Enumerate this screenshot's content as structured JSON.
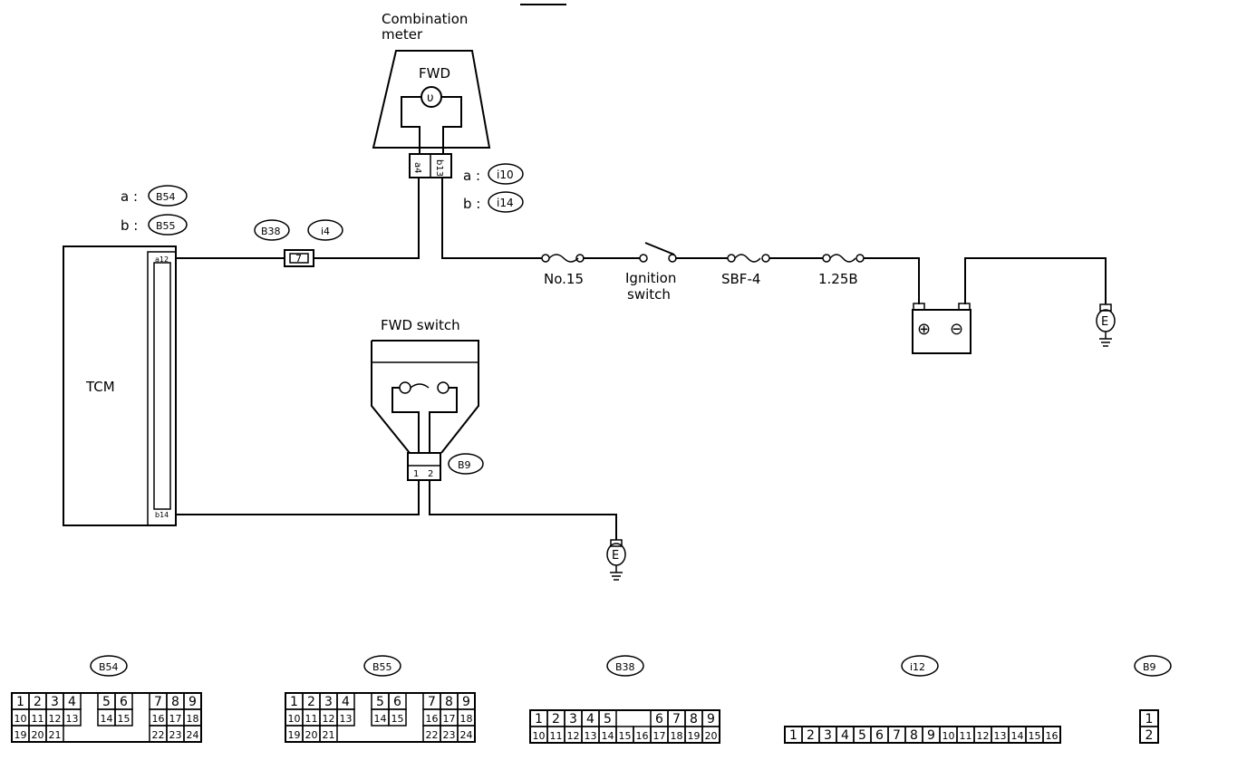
{
  "diagram": {
    "combination_meter": {
      "title_line1": "Combination",
      "title_line2": "meter",
      "lamp_label": "FWD",
      "lamp_symbol": "υ",
      "pin_a": "a4",
      "pin_b": "b13"
    },
    "meter_connectors": {
      "a_prefix": "a :",
      "a_id": "i10",
      "b_prefix": "b :",
      "b_id": "i14"
    },
    "tcm": {
      "label": "TCM",
      "pin_top": "a12",
      "pin_bottom": "b14"
    },
    "tcm_connectors": {
      "a_prefix": "a :",
      "a_id": "B54",
      "b_prefix": "b :",
      "b_id": "B55"
    },
    "inline_connector": {
      "id1": "B38",
      "id2": "i4",
      "pin": "7"
    },
    "supply": {
      "fuse1": "No.15",
      "ignition_line1": "Ignition",
      "ignition_line2": "switch",
      "fuse2": "SBF-4",
      "fuse3": "1.25B"
    },
    "battery": {
      "plus": "⊕",
      "minus": "⊖"
    },
    "ground_symbol": "E",
    "fwd_switch": {
      "title": "FWD switch",
      "connector_id": "B9",
      "pin_left": "1",
      "pin_right": "2"
    }
  },
  "connector_views": {
    "B54": {
      "label": "B54",
      "row1": [
        "1",
        "2",
        "3",
        "4",
        "",
        "5",
        "6",
        "",
        "7",
        "8",
        "9"
      ],
      "row2": [
        "10",
        "11",
        "12",
        "13",
        "",
        "14",
        "15",
        "",
        "16",
        "17",
        "18"
      ],
      "row3": [
        "19",
        "20",
        "21",
        "",
        "",
        "",
        "",
        "",
        "22",
        "23",
        "24"
      ]
    },
    "B55": {
      "label": "B55",
      "row1": [
        "1",
        "2",
        "3",
        "4",
        "",
        "5",
        "6",
        "",
        "7",
        "8",
        "9"
      ],
      "row2": [
        "10",
        "11",
        "12",
        "13",
        "",
        "14",
        "15",
        "",
        "16",
        "17",
        "18"
      ],
      "row3": [
        "19",
        "20",
        "21",
        "",
        "",
        "",
        "",
        "",
        "22",
        "23",
        "24"
      ]
    },
    "B38": {
      "label": "B38",
      "row1": [
        "1",
        "2",
        "3",
        "4",
        "5",
        "",
        "",
        "6",
        "7",
        "8",
        "9"
      ],
      "row2": [
        "10",
        "11",
        "12",
        "13",
        "14",
        "15",
        "16",
        "17",
        "18",
        "19",
        "20"
      ]
    },
    "i12": {
      "label": "i12",
      "row1": [
        "1",
        "2",
        "3",
        "4",
        "5",
        "6",
        "7",
        "8",
        "9",
        "10",
        "11",
        "12",
        "13",
        "14",
        "15",
        "16"
      ]
    },
    "B9": {
      "label": "B9",
      "row1": [
        "1"
      ],
      "row2": [
        "2"
      ]
    }
  }
}
